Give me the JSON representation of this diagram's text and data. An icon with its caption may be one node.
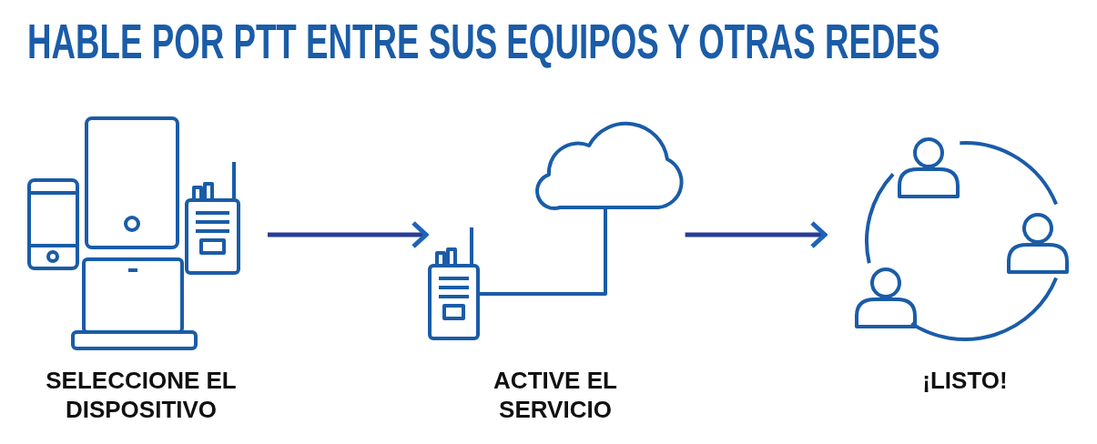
{
  "diagram": {
    "title": "HABLE POR PTT ENTRE SUS EQUIPOS Y OTRAS REDES",
    "nodes": [
      {
        "text": [
          "SELECCIONE EL DISPOSITIVO"
        ]
      },
      {
        "text": [
          "ACTIVE EL SERVICIO"
        ]
      },
      {
        "text": [
          "¡LISTO!"
        ]
      }
    ],
    "edges": [
      {
        "from": 0,
        "to": 1,
        "arrow": "to"
      },
      {
        "from": 1,
        "to": 2,
        "arrow": "to"
      }
    ]
  }
}
